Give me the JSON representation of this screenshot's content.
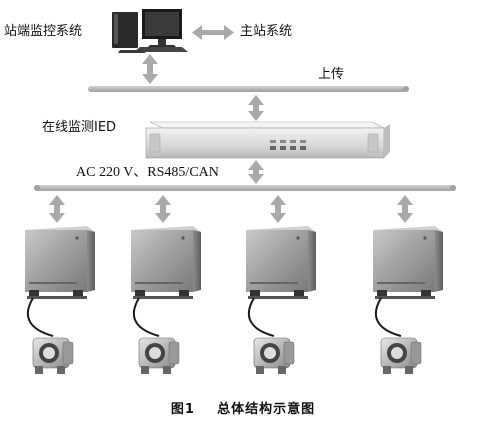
{
  "labels": {
    "station_monitor": "站端监控系统",
    "main_station": "主站系统",
    "upload": "上传",
    "online_ied": "在线监测IED",
    "bus": "AC 220 V、RS485/CAN"
  },
  "caption": {
    "number": "图1",
    "title": "总体结构示意图"
  },
  "colors": {
    "bus": "#b8b8b8",
    "arrow": "#a9a9a9",
    "box": "#a8a8a8",
    "ied": "#e6e6e6"
  },
  "terminals": [
    {
      "id": "t1"
    },
    {
      "id": "t2"
    },
    {
      "id": "t3"
    },
    {
      "id": "t4"
    }
  ]
}
